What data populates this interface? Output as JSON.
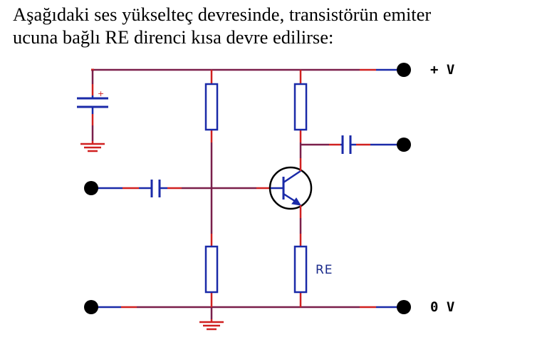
{
  "question": {
    "line1": "Aşağıdaki ses yükseltеç devresinde, transistörün emiter",
    "line2": "ucuna bağlı RE direnci kısa devre edilirse:"
  },
  "labels": {
    "vplus": "+ V",
    "vzero": "0 V",
    "re": "RE",
    "cap_plus": "+"
  },
  "colors": {
    "wire": "#7a1f4a",
    "wire_end": "#d02020",
    "component": "#1a2aa8",
    "terminal": "#000000"
  }
}
